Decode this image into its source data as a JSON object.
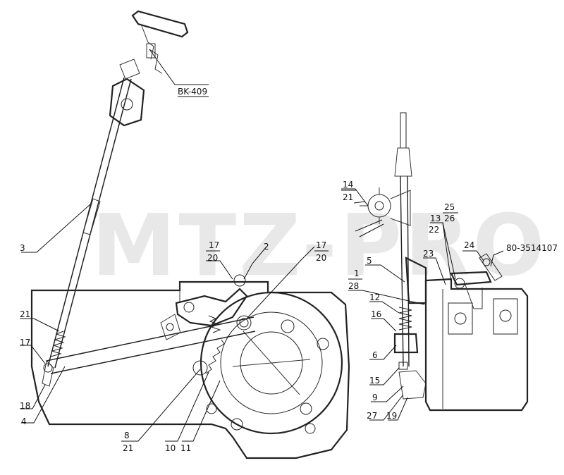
{
  "watermark": "MTZ-PRO",
  "labels": {
    "bk409": "BK-409",
    "n3": "3",
    "n21a": "21",
    "n17a": "17",
    "n18": "18",
    "n4": "4",
    "n17b": "17",
    "n20a": "20",
    "n2": "2",
    "n17c": "17",
    "n20b": "20",
    "n8": "8",
    "n21b": "21",
    "n10": "10",
    "n11": "11",
    "n14": "14",
    "n21c": "21",
    "n25": "25",
    "n26": "26",
    "n13": "13",
    "n22": "22",
    "n24": "24",
    "part80": "80-3514107",
    "n23": "23",
    "n5": "5",
    "n1": "1",
    "n28": "28",
    "n12": "12",
    "n16": "16",
    "n6": "6",
    "n15": "15",
    "n9": "9",
    "n27": "27",
    "n19": "19"
  }
}
